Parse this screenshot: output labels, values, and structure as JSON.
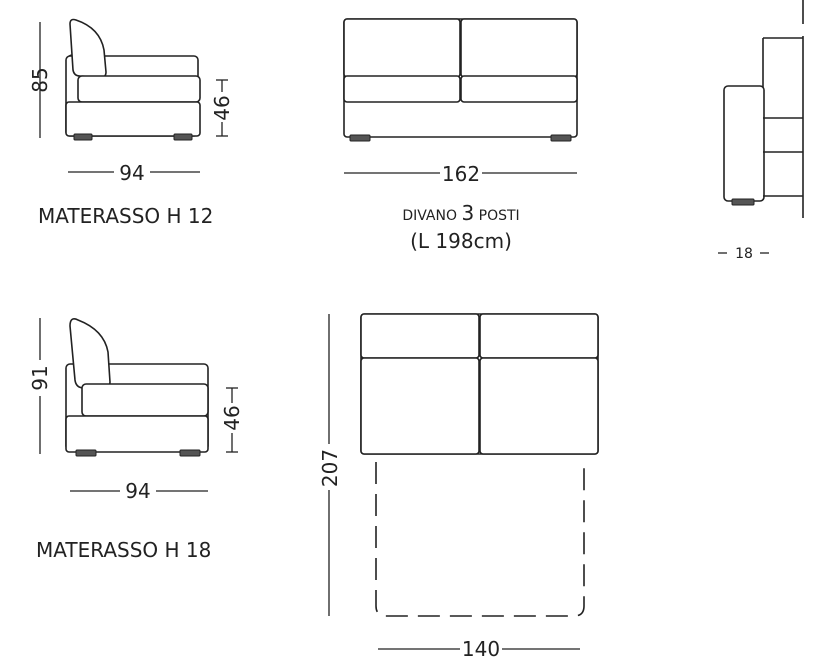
{
  "views": [
    {
      "id": "side-h12",
      "caption": "MATERASSO H 12",
      "height": "85",
      "width": "94",
      "seat_height": "46"
    },
    {
      "id": "front-sofa",
      "caption_line1_small": "DIVANO",
      "caption_line1_big": "3",
      "caption_line1_small2": "POSTI",
      "caption_line2_small": "(L",
      "caption_line2_big": "198cm)",
      "width": "162"
    },
    {
      "id": "partial-detail",
      "thickness": "18"
    },
    {
      "id": "side-h18",
      "caption": "MATERASSO H 18",
      "height": "91",
      "width": "94",
      "seat_height": "46"
    },
    {
      "id": "bed-open",
      "length": "207",
      "width": "140"
    }
  ]
}
